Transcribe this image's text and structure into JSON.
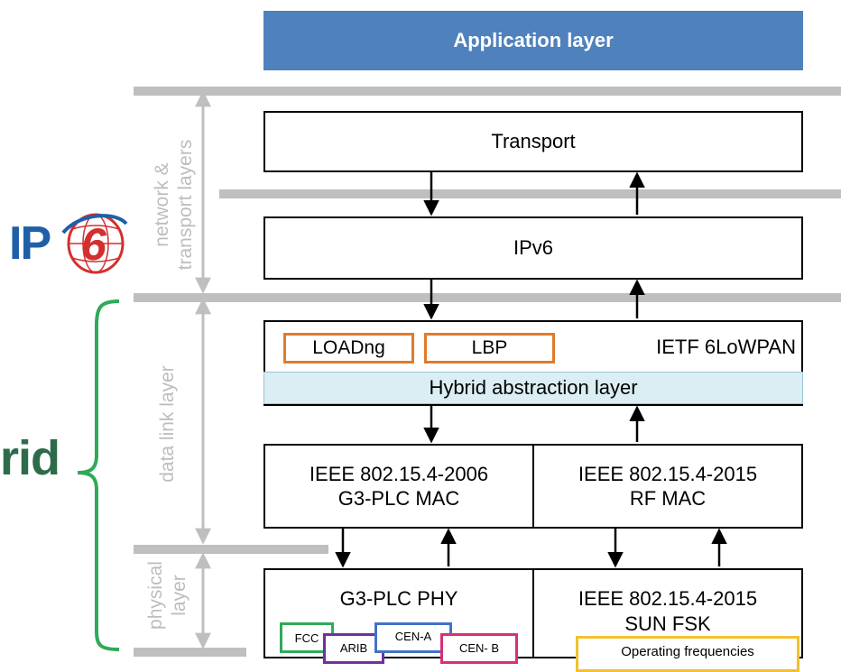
{
  "colors": {
    "application_layer": "#4f81bd",
    "separator": "#bfbfbf",
    "orange_box": "#e07b2a",
    "hybrid_bracket": "#2eaa5a",
    "hybrid_text": "#2e6b4a",
    "abstraction_layer": "#dbeef4",
    "fcc": "#2eaa5a",
    "arib": "#7030a0",
    "cen_a": "#4472c4",
    "cen_b": "#d6307a",
    "operating": "#f2c12e",
    "ipv6_logo_blue": "#1f5fa8",
    "ipv6_logo_red": "#d32f2f"
  },
  "application_layer": "Application layer",
  "side_labels": {
    "network_transport": "network &",
    "network_transport_2": "transport layers",
    "data_link": "data link layer",
    "physical": "physical",
    "physical_2": "layer"
  },
  "logo": {
    "ip": "IP",
    "six": "6"
  },
  "hybrid_partial": "rid",
  "layers": {
    "transport": "Transport",
    "ipv6": "IPv6",
    "loadng": "LOADng",
    "lbp": "LBP",
    "ietf": "IETF 6LoWPAN",
    "hybrid_abstraction": "Hybrid abstraction layer",
    "plc_mac_1": "IEEE 802.15.4-2006",
    "plc_mac_2": "G3-PLC MAC",
    "rf_mac_1": "IEEE 802.15.4-2015",
    "rf_mac_2": "RF MAC",
    "plc_phy": "G3-PLC PHY",
    "rf_phy_1": "IEEE 802.15.4-2015",
    "rf_phy_2": "SUN FSK"
  },
  "bands": {
    "fcc": "FCC",
    "arib": "ARIB",
    "cen_a": "CEN-A",
    "cen_b": "CEN- B",
    "operating": "Operating frequencies"
  }
}
